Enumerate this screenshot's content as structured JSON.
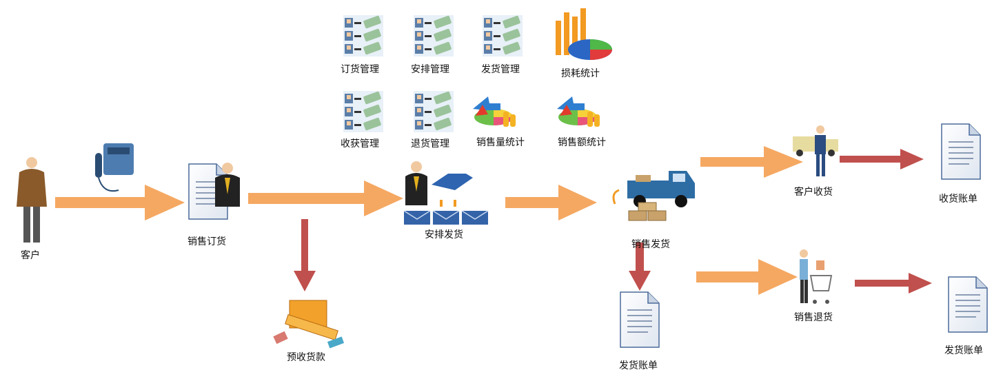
{
  "colors": {
    "flow_arrow": "#f5a862",
    "result_arrow": "#c0504d",
    "truck_blue": "#2e6da4"
  },
  "modules": [
    {
      "label": "订货管理",
      "icon": "list-module-icon"
    },
    {
      "label": "安排管理",
      "icon": "list-module-icon"
    },
    {
      "label": "发货管理",
      "icon": "list-module-icon"
    },
    {
      "label": "损耗统计",
      "icon": "bar-pie-chart-icon"
    },
    {
      "label": "收获管理",
      "icon": "list-module-icon"
    },
    {
      "label": "退货管理",
      "icon": "list-module-icon"
    },
    {
      "label": "销售量统计",
      "icon": "stats-chart-icon"
    },
    {
      "label": "销售额统计",
      "icon": "stats-chart-icon"
    }
  ],
  "nodes": {
    "customer": "客户",
    "sales_order": "销售订货",
    "prepayment": "预收货款",
    "arrange_shipment": "安排发货",
    "sales_shipment": "销售发货",
    "shipment_bill": "发货账单",
    "customer_receipt": "客户收货",
    "receipt_bill": "收货账单",
    "sales_return": "销售退货",
    "return_bill": "发货账单"
  }
}
